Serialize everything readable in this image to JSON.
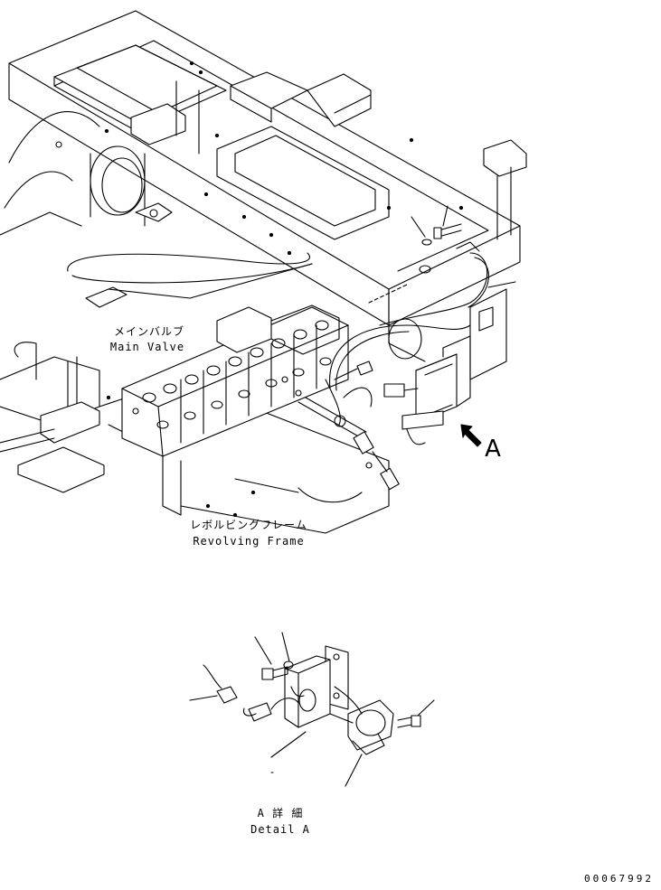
{
  "labels": {
    "main_valve_jp": "メインバルブ",
    "main_valve_en": "Main Valve",
    "revolving_frame_jp": "レボルビングフレーム",
    "revolving_frame_en": "Revolving Frame",
    "view_marker": "A",
    "detail_jp": "A 詳 細",
    "detail_en": "Detail A",
    "drawing_number": "00067992"
  }
}
